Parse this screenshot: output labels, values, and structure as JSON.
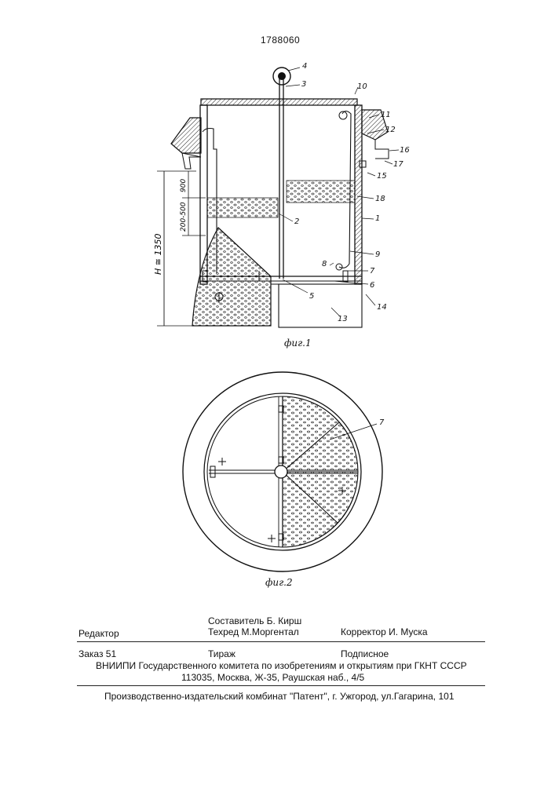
{
  "document": {
    "patent_number": "1788060",
    "figures": [
      {
        "caption": "фиг.1",
        "callouts": [
          "1",
          "2",
          "3",
          "4",
          "5",
          "6",
          "7",
          "8",
          "9",
          "10",
          "11",
          "12",
          "13",
          "14",
          "15",
          "16",
          "17",
          "18"
        ],
        "dimensions": {
          "height_label": "H ≅ 1350",
          "range_label": "200-500",
          "gap_label": "900"
        }
      },
      {
        "caption": "фиг.2",
        "callouts": [
          "7"
        ]
      }
    ],
    "colophon": {
      "editor_label": "Редактор",
      "compiler": "Составитель Б. Кирш",
      "techred": "Техред М.Моргентал",
      "corrector": "Корректор И. Муска",
      "order": "Заказ 51",
      "circulation": "Тираж",
      "subscription": "Подписное",
      "institute": "ВНИИПИ Государственного комитета по изобретениям и открытиям при ГКНТ СССР",
      "address": "113035, Москва, Ж-35, Раушская наб., 4/5",
      "publisher": "Производственно-издательский комбинат \"Патент\", г. Ужгород, ул.Гагарина, 101"
    }
  }
}
